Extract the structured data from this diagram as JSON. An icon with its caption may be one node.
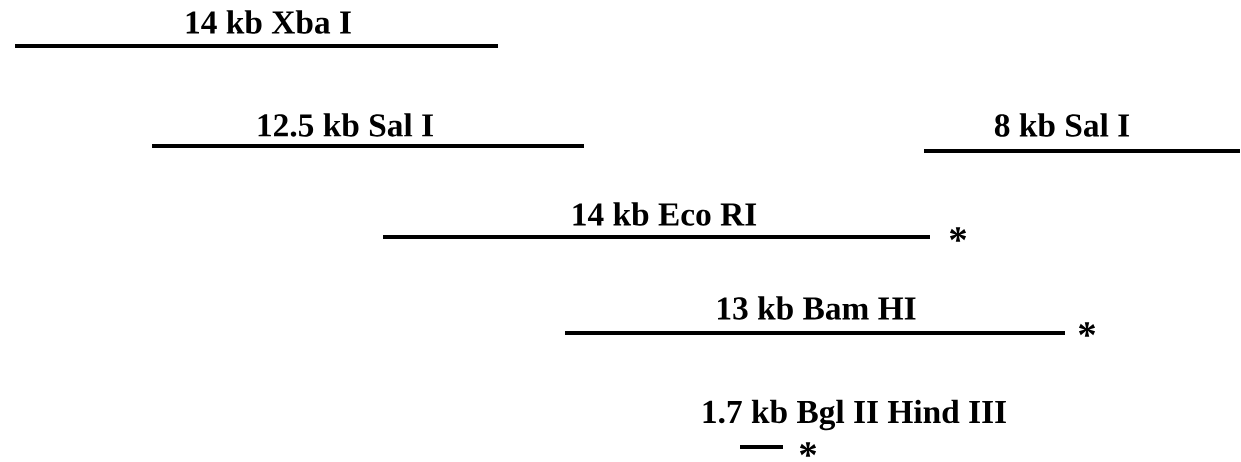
{
  "diagram": {
    "nodes": [
      {
        "text": [
          "14 kb Xba I"
        ]
      },
      {
        "text": [
          "12.5 kb Sal I"
        ]
      },
      {
        "text": [
          "8 kb Sal I"
        ]
      },
      {
        "text": [
          "14 kb Eco RI"
        ],
        "beside": [
          "*"
        ]
      },
      {
        "text": [
          "13 kb Bam HI"
        ],
        "beside": [
          "*"
        ]
      },
      {
        "text": [
          "1.7 kb Bgl II Hind III"
        ],
        "beside": [
          "*"
        ]
      }
    ]
  }
}
